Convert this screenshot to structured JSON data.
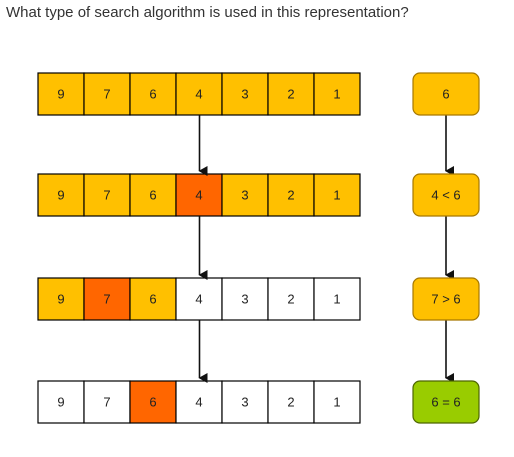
{
  "question": "What type of search algorithm is used in this representation?",
  "colors": {
    "yellow": "#ffc000",
    "orange": "#ff6600",
    "white": "#ffffff",
    "green": "#99cc00",
    "border": "#000000",
    "box_border": "#a67800"
  },
  "rows": [
    {
      "cells": [
        "9",
        "7",
        "6",
        "4",
        "3",
        "2",
        "1"
      ],
      "fills": [
        "yellow",
        "yellow",
        "yellow",
        "yellow",
        "yellow",
        "yellow",
        "yellow"
      ]
    },
    {
      "cells": [
        "9",
        "7",
        "6",
        "4",
        "3",
        "2",
        "1"
      ],
      "fills": [
        "yellow",
        "yellow",
        "yellow",
        "orange",
        "yellow",
        "yellow",
        "yellow"
      ]
    },
    {
      "cells": [
        "9",
        "7",
        "6",
        "4",
        "3",
        "2",
        "1"
      ],
      "fills": [
        "yellow",
        "orange",
        "yellow",
        "white",
        "white",
        "white",
        "white"
      ]
    },
    {
      "cells": [
        "9",
        "7",
        "6",
        "4",
        "3",
        "2",
        "1"
      ],
      "fills": [
        "white",
        "white",
        "orange",
        "white",
        "white",
        "white",
        "white"
      ]
    }
  ],
  "side_boxes": [
    {
      "label": "6",
      "fill": "yellow"
    },
    {
      "label": "4 < 6",
      "fill": "yellow"
    },
    {
      "label": "7 > 6",
      "fill": "yellow"
    },
    {
      "label": "6 = 6",
      "fill": "green"
    }
  ]
}
